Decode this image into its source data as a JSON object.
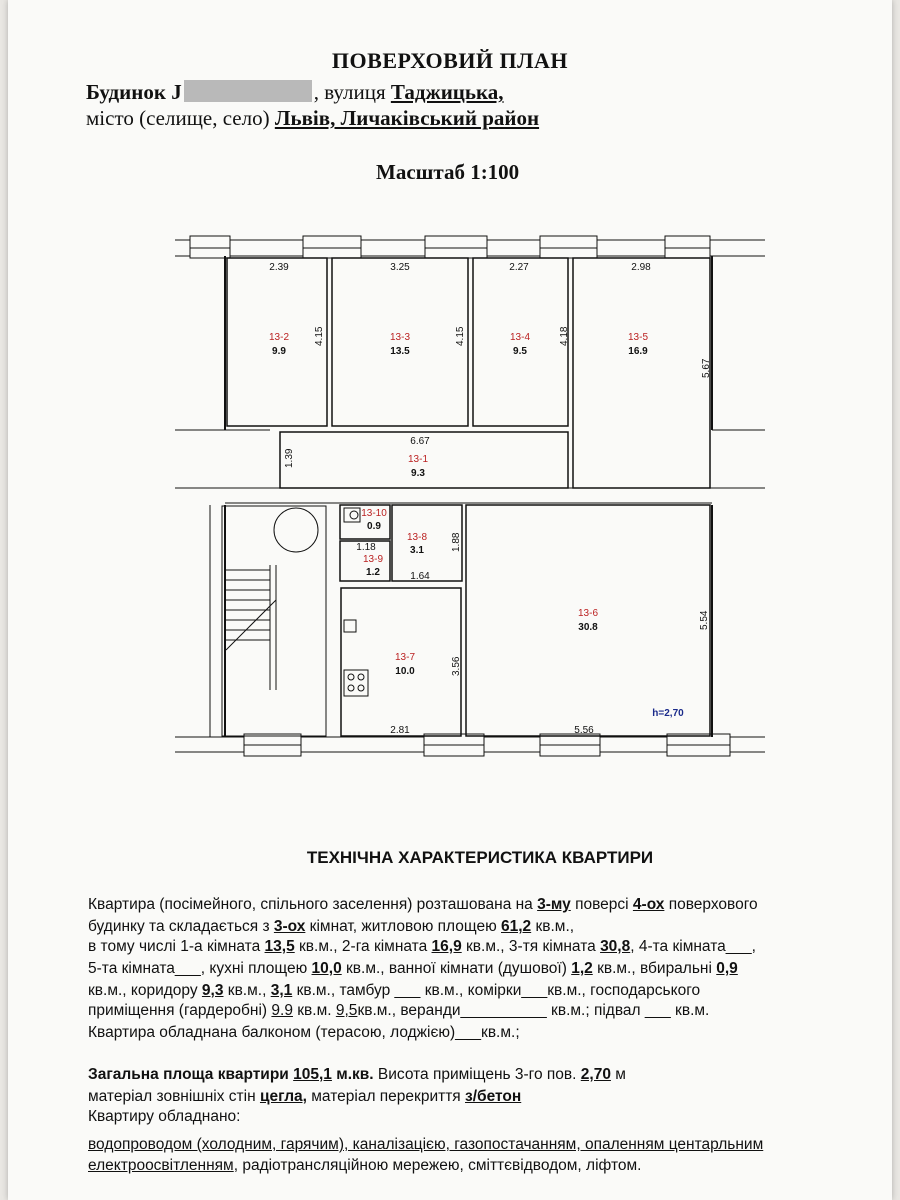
{
  "header": {
    "title": "ПОВЕРХОВИЙ ПЛАН",
    "building_label": "Будинок",
    "street_label": ", вулиця",
    "street": "Таджицька,",
    "city_label": "місто (селище, село)",
    "city": "Львів, Личаківський район",
    "scale": "Масштаб 1:100"
  },
  "plan": {
    "rooms": [
      {
        "num": "13-2",
        "area": "9.9"
      },
      {
        "num": "13-3",
        "area": "13.5"
      },
      {
        "num": "13-4",
        "area": "9.5"
      },
      {
        "num": "13-5",
        "area": "16.9"
      },
      {
        "num": "13-1",
        "area": "9.3"
      },
      {
        "num": "13-10",
        "area": "0.9"
      },
      {
        "num": "13-8",
        "area": "3.1"
      },
      {
        "num": "13-9",
        "area": "1.2"
      },
      {
        "num": "13-6",
        "area": "30.8"
      },
      {
        "num": "13-7",
        "area": "10.0"
      }
    ],
    "dims": [
      "2.39",
      "3.25",
      "2.27",
      "2.98",
      "4.15",
      "4.15",
      "4.18",
      "5.67",
      "6.67",
      "1.39",
      "1.18",
      "1.88",
      "1.64",
      "3.56",
      "2.81",
      "5.54",
      "5.56"
    ],
    "height_label": "h=2,70"
  },
  "tech": {
    "title": "ТЕХНІЧНА ХАРАКТЕРИСТИКА КВАРТИРИ",
    "l1a": "Квартира (посімейного, спільного заселення) розташована на ",
    "l1b": "3-му",
    "l1c": " поверсі ",
    "l1d": "4-ох",
    "l1e": " поверхового",
    "l2a": "будинку та складається з ",
    "l2b": "3-ох",
    "l2c": " кімнат, житловою площею ",
    "l2d": "61,2",
    "l2e": " кв.м.,",
    "l3a": " в тому числі 1-а кімната ",
    "l3b": "13,5",
    "l3c": " кв.м.,  2-га кімната ",
    "l3d": "16,9",
    "l3e": " кв.м., 3-тя кімната ",
    "l3f": "30,8",
    "l3g": ", 4-та кімната",
    "l3h": "___",
    "l3i": ",",
    "l4a": "5-та кімната",
    "l4b": "___",
    "l4c": ", кухні площею ",
    "l4d": "10,0",
    "l4e": " кв.м., ванної кімнати (душової) ",
    "l4f": "1,2",
    "l4g": " кв.м., вбиральні ",
    "l4h": "0,9",
    "l5a": "кв.м., коридору ",
    "l5b": "9,3",
    "l5c": " кв.м., ",
    "l5d": "3,1",
    "l5e": " кв.м., тамбур ",
    "l5f": "___",
    "l5g": " кв.м., комірки",
    "l5h": "___",
    "l5i": "кв.м.,  господарського",
    "l6a": "приміщення (гардеробні)  ",
    "l6b": "9.9",
    "l6c": " кв.м. ",
    "l6d": "9,5",
    "l6e": "кв.м., веранди",
    "l6f": "__________",
    "l6g": " кв.м.;  підвал ",
    "l6h": "___",
    "l6i": " кв.м.",
    "l7a": "Квартира обладнана балконом (терасою, лоджією)",
    "l7b": "___",
    "l7c": "кв.м.;",
    "l8a": "Загальна площа квартири ",
    "l8b": "105,1",
    "l8c": " м.кв.",
    "l8d": " Висота приміщень 3-го пов.  ",
    "l8e": "2,70",
    "l8f": " м",
    "l9a": "матеріал зовнішніх стін ",
    "l9b": "цегла,",
    "l9c": "  матеріал перекриття ",
    "l9d": "з/бетон",
    "l10": "Квартиру обладнано:",
    "l11": "водопроводом (холодним, гарячим), каналізацією, газопостачанням, опаленням центарльним",
    "l12a": "електроосвітленням",
    "l12b": ", радіотрансляційною мережею, сміттєвідводом, ліфтом."
  }
}
